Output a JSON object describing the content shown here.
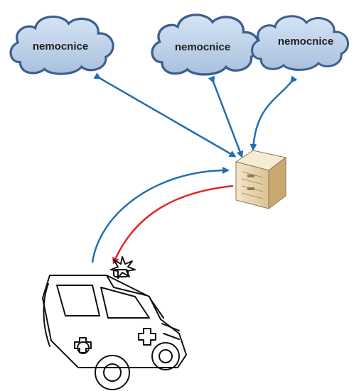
{
  "diagram": {
    "clouds": [
      {
        "label": "nemocnice"
      },
      {
        "label": "nemocnice"
      },
      {
        "label": "nemocnice"
      }
    ],
    "nodes": {
      "server": {
        "icon": "server-icon"
      },
      "ambulance": {
        "icon": "ambulance-icon"
      }
    },
    "colors": {
      "cloud_fill": "#b9cfe8",
      "cloud_stroke": "#3d5f8f",
      "link_blue": "#1f6fb2",
      "link_red": "#e0282a",
      "server_fill": "#ead9b3"
    }
  }
}
